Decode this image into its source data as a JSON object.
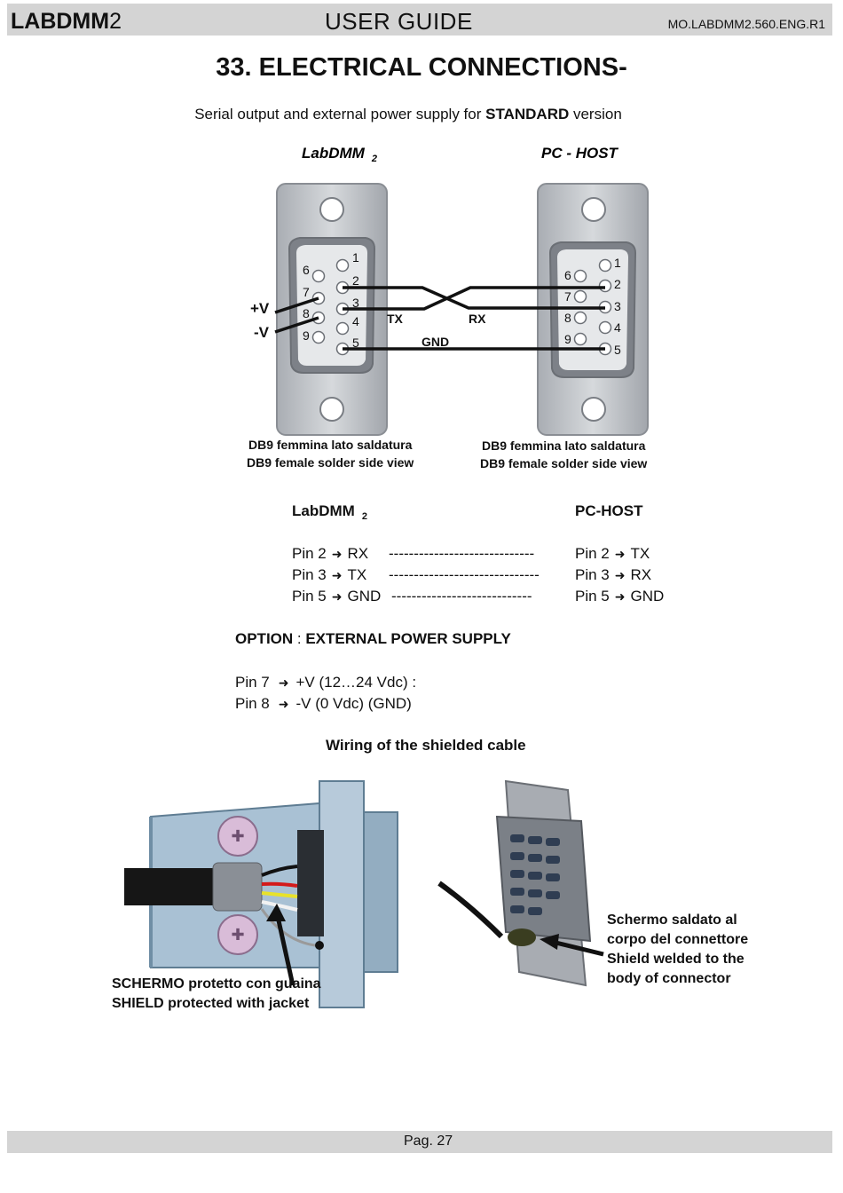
{
  "header": {
    "brand_bold": "LABDMM",
    "brand_rest": "2",
    "section": "USER GUIDE",
    "doc_code": "MO.LABDMM2.560.ENG.R1"
  },
  "title": "33. ELECTRICAL CONNECTIONS-",
  "subtitle": {
    "pre": "Serial output and external power supply for ",
    "bold": "STANDARD",
    "post": " version"
  },
  "diagram": {
    "left_name": "LabDMM",
    "left_sub": "2",
    "right_name": "PC - HOST",
    "left_pins": [
      "1",
      "2",
      "3",
      "4",
      "5",
      "6",
      "7",
      "8",
      "9"
    ],
    "right_pins": [
      "1",
      "2",
      "3",
      "4",
      "5",
      "6",
      "7",
      "8",
      "9"
    ],
    "plus_v": "+V",
    "minus_v": "-V",
    "tx": "TX",
    "rx": "RX",
    "gnd": "GND",
    "left_caption_1": "DB9 femmina lato saldatura",
    "left_caption_2": "DB9 female solder side view",
    "right_caption_1": "DB9 femmina lato saldatura",
    "right_caption_2": "DB9 female solder side view"
  },
  "pin_table": {
    "left_head": "LabDMM",
    "left_head_sub": "2",
    "right_head": "PC-HOST",
    "rows": [
      {
        "l_pin": "Pin 2",
        "l_sig": "RX",
        "dashes": "-----------------------------",
        "r_pin": "Pin 2",
        "r_sig": "TX"
      },
      {
        "l_pin": "Pin 3",
        "l_sig": "TX",
        "dashes": "------------------------------",
        "r_pin": "Pin 3",
        "r_sig": "RX"
      },
      {
        "l_pin": "Pin 5",
        "l_sig": "GND",
        "dashes": "----------------------------",
        "r_pin": "Pin 5",
        "r_sig": "GND"
      }
    ]
  },
  "option": {
    "label": "OPTION",
    "sep": " : ",
    "value": "EXTERNAL POWER SUPPLY",
    "rows": [
      {
        "pin": "Pin 7",
        "text": "+V (12…24 Vdc) :"
      },
      {
        "pin": "Pin 8",
        "text": "-V (0 Vdc)  (GND)"
      }
    ]
  },
  "shield": {
    "title": "Wiring of the shielded cable",
    "left_caption_1": "SCHERMO protetto con guaina",
    "left_caption_2": "SHIELD protected with jacket",
    "right_caption_1": "Schermo saldato al",
    "right_caption_2": "corpo del connettore",
    "right_caption_3": "Shield welded to the",
    "right_caption_4": "body of connector"
  },
  "footer": {
    "page": "Pag. 27"
  }
}
